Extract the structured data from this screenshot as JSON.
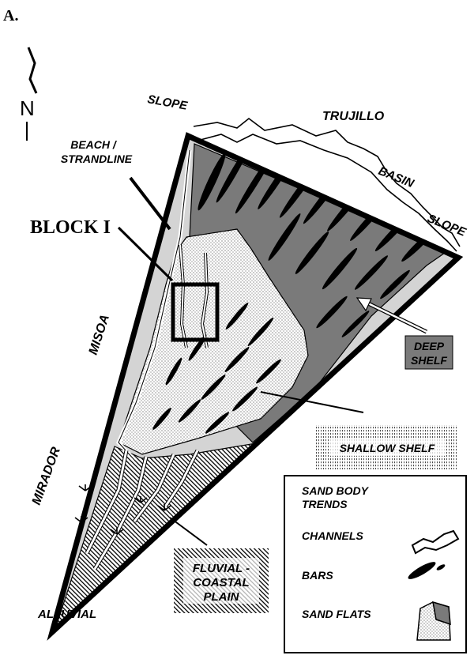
{
  "figure": {
    "panel_label": "A.",
    "north_label": "N",
    "labels": {
      "slope_left": "SLOPE",
      "trujillo": "TRUJILLO",
      "basin": "BASIN",
      "slope_right": "SLOPE",
      "beach_line1": "BEACH /",
      "beach_line2": "STRANDLINE",
      "block": "BLOCK I",
      "misoa": "MISOA",
      "mirador": "MIRADOR",
      "alluvial": "ALLUVIAL"
    },
    "boxes": {
      "deep_shelf_line1": "DEEP",
      "deep_shelf_line2": "SHELF",
      "shallow_shelf": "SHALLOW SHELF",
      "fluvial_line1": "FLUVIAL -",
      "fluvial_line2": "COASTAL",
      "fluvial_line3": "PLAIN"
    },
    "legend": {
      "title_line1": "SAND BODY",
      "title_line2": "TRENDS",
      "channels": "CHANNELS",
      "bars": "BARS",
      "sand_flats": "SAND FLATS"
    }
  },
  "colors": {
    "deep_shelf": "#7a7a7a",
    "shelf_light": "#d4d4d4",
    "ink": "#000000"
  }
}
